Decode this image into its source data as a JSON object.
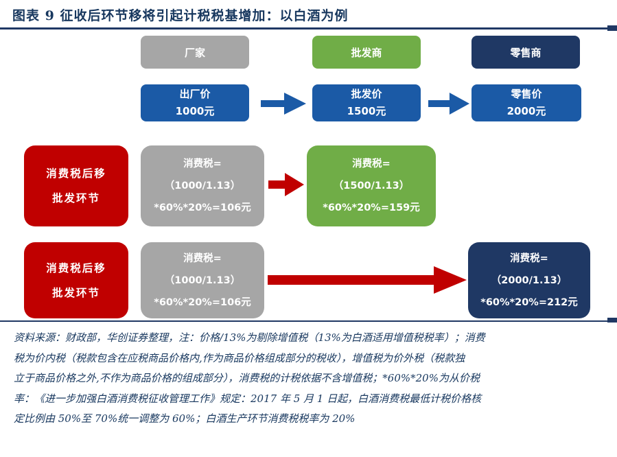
{
  "title": "图表 9  征收后环节移将引起计税税基增加：以白酒为例",
  "colors": {
    "title_text": "#17375E",
    "rule": "#1F3864",
    "navy_box": "#1F3864",
    "blue_box": "#1B5AA6",
    "green_box": "#70AD47",
    "gray_box": "#A6A6A6",
    "red_box": "#C00000",
    "arrow_blue": "#1B5AA6",
    "arrow_red": "#C00000",
    "box_text": "#FFFFFF",
    "footnote_text": "#17375E"
  },
  "diagram": {
    "roles": [
      {
        "label": "厂家"
      },
      {
        "label": "批发商"
      },
      {
        "label": "零售商"
      }
    ],
    "prices": [
      {
        "name": "出厂价",
        "value": "1000元"
      },
      {
        "name": "批发价",
        "value": "1500元"
      },
      {
        "name": "零售价",
        "value": "2000元"
      }
    ],
    "scenarios": [
      {
        "label": [
          "消费税后移",
          "批发环节"
        ],
        "before": [
          "消费税=",
          "（1000/1.13）",
          "*60%*20%=106元"
        ],
        "after": [
          "消费税=",
          "（1500/1.13）",
          "*60%*20%=159元"
        ]
      },
      {
        "label": [
          "消费税后移",
          "批发环节"
        ],
        "before": [
          "消费税=",
          "（1000/1.13）",
          "*60%*20%=106元"
        ],
        "after": [
          "消费税=",
          "（2000/1.13）",
          "*60%*20%=212元"
        ]
      }
    ]
  },
  "footnote": {
    "lines": [
      "资料来源：财政部，华创证券整理，注：价格/13%为剔除增值税（13%为白酒适用增值税税率）；消费",
      "税为价内税（税款包含在应税商品价格内,作为商品价格组成部分的税收），增值税为价外税（税款独",
      "立于商品价格之外,不作为商品价格的组成部分），消费税的计税依据不含增值税；*60%*20%为从价税",
      "率：《进一步加强白酒消费税征收管理工作》规定：2017 年 5 月 1 日起，白酒消费税最低计税价格核",
      "定比例由 50%至 70%统一调整为 60%；白酒生产环节消费税税率为 20%"
    ]
  }
}
